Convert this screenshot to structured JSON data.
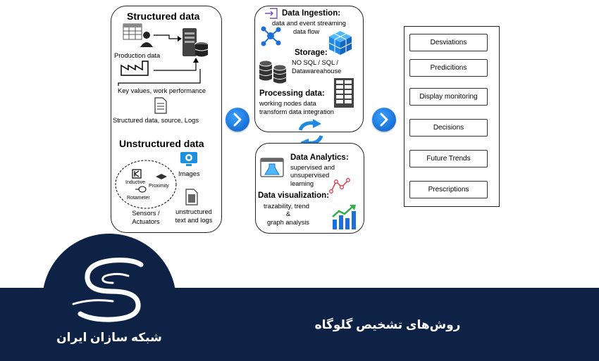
{
  "structured": {
    "title": "Structured data",
    "production_label": "Production data",
    "keyvalues_label": "Key values, work performance",
    "sources_label": "Structured data, source, Logs"
  },
  "unstructured": {
    "title": "Unstructured data",
    "inductive_label": "Inductive",
    "proximity_label": "Proximity",
    "rotameter_label": "Rotameter",
    "images_label": "Images",
    "sensors_label_1": "Sensors /",
    "sensors_label_2": "Actuators",
    "text_logs_label_1": "unstructured",
    "text_logs_label_2": "text and logs"
  },
  "ingestion": {
    "title": "Data Ingestion:",
    "desc_1": "data and event streaming",
    "desc_2": "data flow"
  },
  "storage": {
    "title": "Storage:",
    "desc_1": "NO SQL / SQL /",
    "desc_2": "Datawareahouse"
  },
  "processing": {
    "title": "Processing data:",
    "desc_1": "working nodes data",
    "desc_2": "transform data integration"
  },
  "analytics": {
    "title": "Data Analytics:",
    "desc_1": "supervised and",
    "desc_2": "unsupervised",
    "desc_3": "learning"
  },
  "visualization": {
    "title": "Data visualization:",
    "desc_1": "trazability, trend",
    "desc_2": "&",
    "desc_3": "graph analysis"
  },
  "outputs": [
    "Desviations",
    "Predicitions",
    "Display monitoring",
    "Decisions",
    "Future Trends",
    "Prescriptions"
  ],
  "banner": {
    "title": "روش‌های تشخیص گلوگاه",
    "logo_text": "شبکه سازان ایران"
  },
  "colors": {
    "banner": "#0d2244",
    "arrow_button": "#1a73e8",
    "icon_blue": "#1e6fd9",
    "icon_green": "#2eaf4b"
  }
}
